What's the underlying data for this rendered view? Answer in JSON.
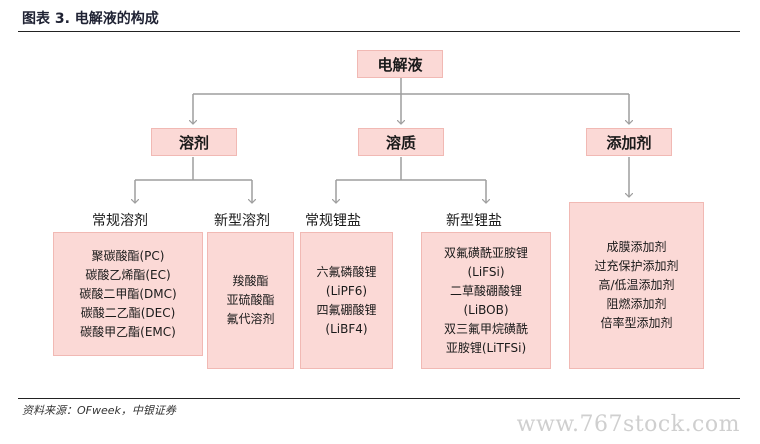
{
  "header": {
    "title": "图表 3. 电解液的构成"
  },
  "footer": {
    "source": "资料来源：OFweek，中银证券",
    "watermark": "www.767stock.com"
  },
  "diagram": {
    "root": "电解液",
    "level1": [
      "溶剂",
      "溶质",
      "添加剂"
    ],
    "categories": [
      "常规溶剂",
      "新型溶剂",
      "常规锂盐",
      "新型锂盐"
    ],
    "boxes": {
      "conventional_solvents": [
        "聚碳酸酯(PC)",
        "碳酸乙烯酯(EC)",
        "碳酸二甲酯(DMC)",
        "碳酸二乙酯(DEC)",
        "碳酸甲乙酯(EMC)"
      ],
      "new_solvents": [
        "羧酸酯",
        "亚硫酸酯",
        "氟代溶剂"
      ],
      "conventional_salts": [
        "六氟磷酸锂",
        "(LiPF6)",
        "四氟硼酸锂",
        "(LiBF4)"
      ],
      "new_salts": [
        "双氟磺酰亚胺锂",
        "(LiFSi)",
        "二草酸硼酸锂",
        "(LiBOB)",
        "双三氟甲烷磺酰",
        "亚胺锂(LiTFSi)"
      ],
      "additives": [
        "成膜添加剂",
        "过充保护添加剂",
        "高/低温添加剂",
        "阻燃添加剂",
        "倍率型添加剂"
      ]
    },
    "colors": {
      "node_fill": "#fbd9d6",
      "node_border": "#f1b9b4",
      "connector": "#9e9e9e"
    }
  }
}
